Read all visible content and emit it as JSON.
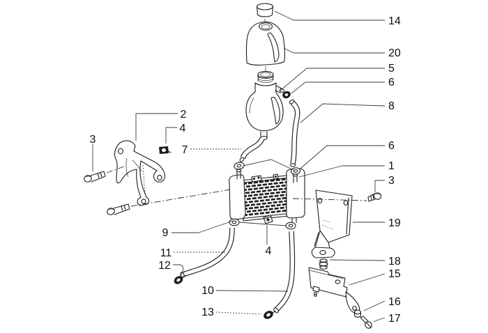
{
  "page": {
    "background": "#ffffff",
    "kind": "exploded parts diagram"
  },
  "diagram": {
    "line_color": "#1d1d1d",
    "leader_color": "#3a3a3a",
    "text_color": "#0d0d0d",
    "callouts": [
      {
        "number": "14"
      },
      {
        "number": "20"
      },
      {
        "number": "5"
      },
      {
        "number": "6"
      },
      {
        "number": "8"
      },
      {
        "number": "6"
      },
      {
        "number": "1"
      },
      {
        "number": "3"
      },
      {
        "number": "19"
      },
      {
        "number": "18"
      },
      {
        "number": "15"
      },
      {
        "number": "16"
      },
      {
        "number": "17"
      },
      {
        "number": "2"
      },
      {
        "number": "4"
      },
      {
        "number": "3"
      },
      {
        "number": "7"
      },
      {
        "number": "9"
      },
      {
        "number": "11"
      },
      {
        "number": "12"
      },
      {
        "number": "10"
      },
      {
        "number": "13"
      },
      {
        "number": "4"
      }
    ]
  }
}
